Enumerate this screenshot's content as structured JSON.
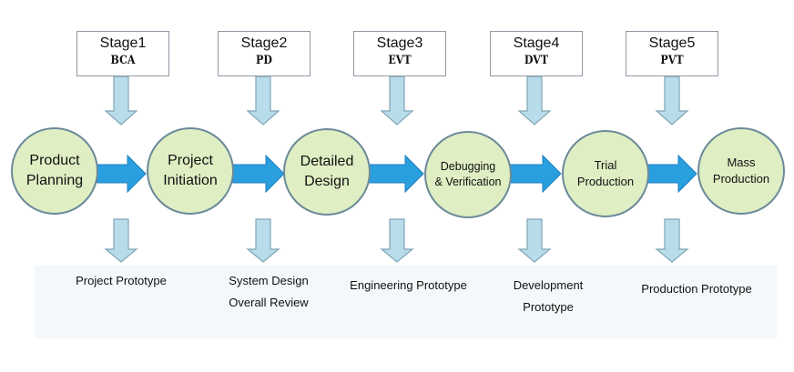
{
  "stages": [
    {
      "title": "Stage1",
      "code": "BCA"
    },
    {
      "title": "Stage2",
      "code": "PD"
    },
    {
      "title": "Stage3",
      "code": "EVT"
    },
    {
      "title": "Stage4",
      "code": "DVT"
    },
    {
      "title": "Stage5",
      "code": "PVT"
    }
  ],
  "phases": [
    {
      "label": "Product\nPlanning"
    },
    {
      "label": "Project\nInitiation"
    },
    {
      "label": "Detailed\nDesign"
    },
    {
      "label": "Debugging\n& Verification"
    },
    {
      "label": "Trial\nProduction"
    },
    {
      "label": "Mass\nProduction"
    }
  ],
  "deliverables": [
    {
      "label": "Project Prototype"
    },
    {
      "label": "System Design\nOverall Review"
    },
    {
      "label": "Engineering Prototype"
    },
    {
      "label": "Development\nPrototype"
    },
    {
      "label": "Production Prototype"
    }
  ],
  "colors": {
    "phase_fill": "#dfeec3",
    "phase_border": "#6b8a99",
    "flow_arrow": "#2a9fe0",
    "down_arrow": "#b9dceb",
    "down_arrow_stroke": "#7fa5b6"
  }
}
